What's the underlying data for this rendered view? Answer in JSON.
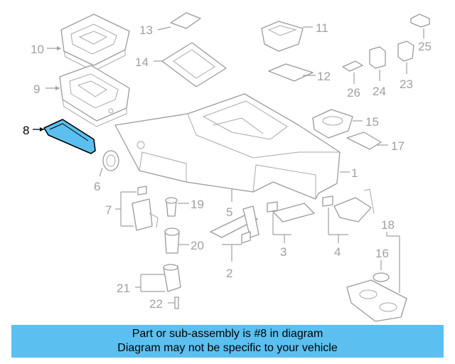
{
  "callouts": {
    "c1": "1",
    "c2": "2",
    "c3": "3",
    "c4": "4",
    "c5": "5",
    "c6": "6",
    "c7": "7",
    "c8": "8",
    "c9": "9",
    "c10": "10",
    "c11": "11",
    "c12": "12",
    "c13": "13",
    "c14": "14",
    "c15": "15",
    "c16": "16",
    "c17": "17",
    "c18": "18",
    "c19": "19",
    "c20": "20",
    "c21": "21",
    "c22": "22",
    "c23": "23",
    "c24": "24",
    "c25": "25",
    "c26": "26"
  },
  "highlighted_part": "8",
  "colors": {
    "highlight": "#5bc0f0",
    "linework": "#9a9a9a",
    "banner": "#5bc0f0"
  },
  "banner": {
    "line1": "Part or sub-assembly is #8 in diagram",
    "line2": "Diagram may not be specific to your vehicle"
  }
}
